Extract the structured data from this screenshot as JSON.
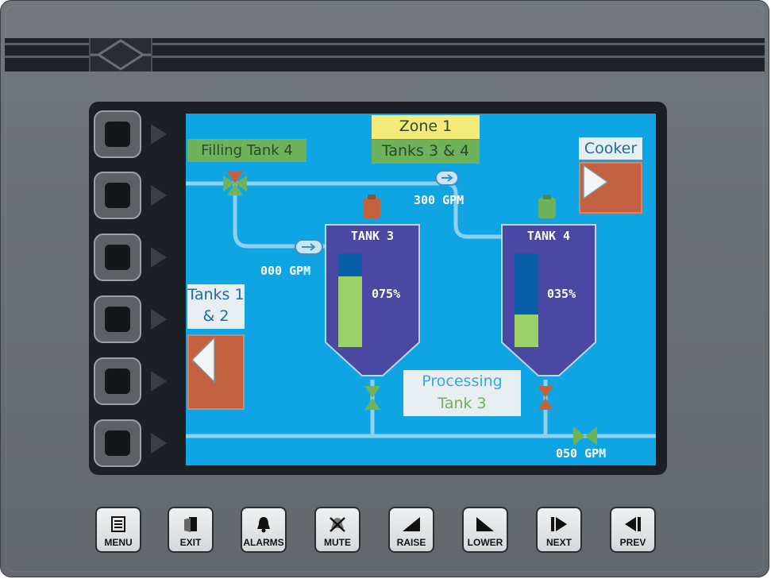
{
  "screen": {
    "zone_title_line1": "Zone 1",
    "zone_title_line2": "Tanks 3 & 4",
    "filling_status": "Filling Tank 4",
    "cooker_label": "Cooker",
    "tanks_nav_label": "Tanks 1 & 2",
    "processing_line1": "Processing",
    "processing_line2": "Tank 3",
    "flow_inlet_tank3": "000 GPM",
    "flow_inlet_tank4": "300 GPM",
    "flow_outlet": "050 GPM",
    "tank3": {
      "name": "TANK 3",
      "level_text": "075%",
      "level": 0.75,
      "motor_color": "#c1613f"
    },
    "tank4": {
      "name": "TANK 4",
      "level_text": "035%",
      "level": 0.35,
      "motor_color": "#6fb25c"
    }
  },
  "function_keys": [
    {
      "label": "MENU",
      "icon": "menu-icon"
    },
    {
      "label": "EXIT",
      "icon": "exit-icon"
    },
    {
      "label": "ALARMS",
      "icon": "bell-icon"
    },
    {
      "label": "MUTE",
      "icon": "mute-icon"
    },
    {
      "label": "RAISE",
      "icon": "raise-icon"
    },
    {
      "label": "LOWER",
      "icon": "lower-icon"
    },
    {
      "label": "NEXT",
      "icon": "next-icon"
    },
    {
      "label": "PREV",
      "icon": "prev-icon"
    }
  ],
  "colors": {
    "screen_bg": "#0fa5e4",
    "tank_body": "#4a48a3",
    "level_fill": "#9cd16a",
    "level_empty": "#0b5fa8",
    "button_accent": "#c1613f"
  }
}
